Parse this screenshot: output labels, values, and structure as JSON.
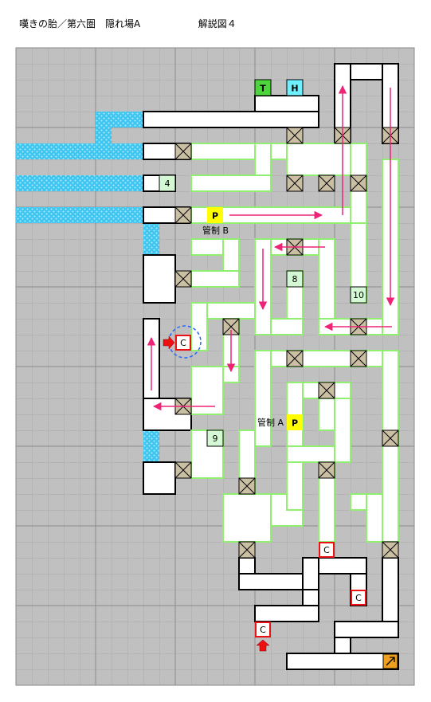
{
  "header": {
    "title": "嘆きの胎／第六圏　隠れ場A",
    "subtitle": "解説図４"
  },
  "tiles": {
    "tile_t": "T",
    "tile_h": "H",
    "tile_p": "P",
    "chest": "C"
  },
  "labels": {
    "kansei_a": "管制 A",
    "kansei_b": "管制 B",
    "n4": "4",
    "n8": "8",
    "n9": "9",
    "n10": "10"
  },
  "colors": {
    "background": "#c0c0c0",
    "grid": "#a8a8a8",
    "floor": "#ffffff",
    "control_zone": "#90ee70",
    "water": "#3ec6f0",
    "tile_t": "#4cd63c",
    "tile_h": "#6ff0ff",
    "tile_p": "#ffff00",
    "chest_border": "#ee1111",
    "arrow": "#ee2277",
    "marker": "#2266ff",
    "exit": "#f0a020",
    "switch": "#cbbfa3"
  },
  "icons": {
    "crate": "crossed-box-icon",
    "stairs": "stairs-up-icon",
    "entry": "red-up-arrow-icon"
  }
}
